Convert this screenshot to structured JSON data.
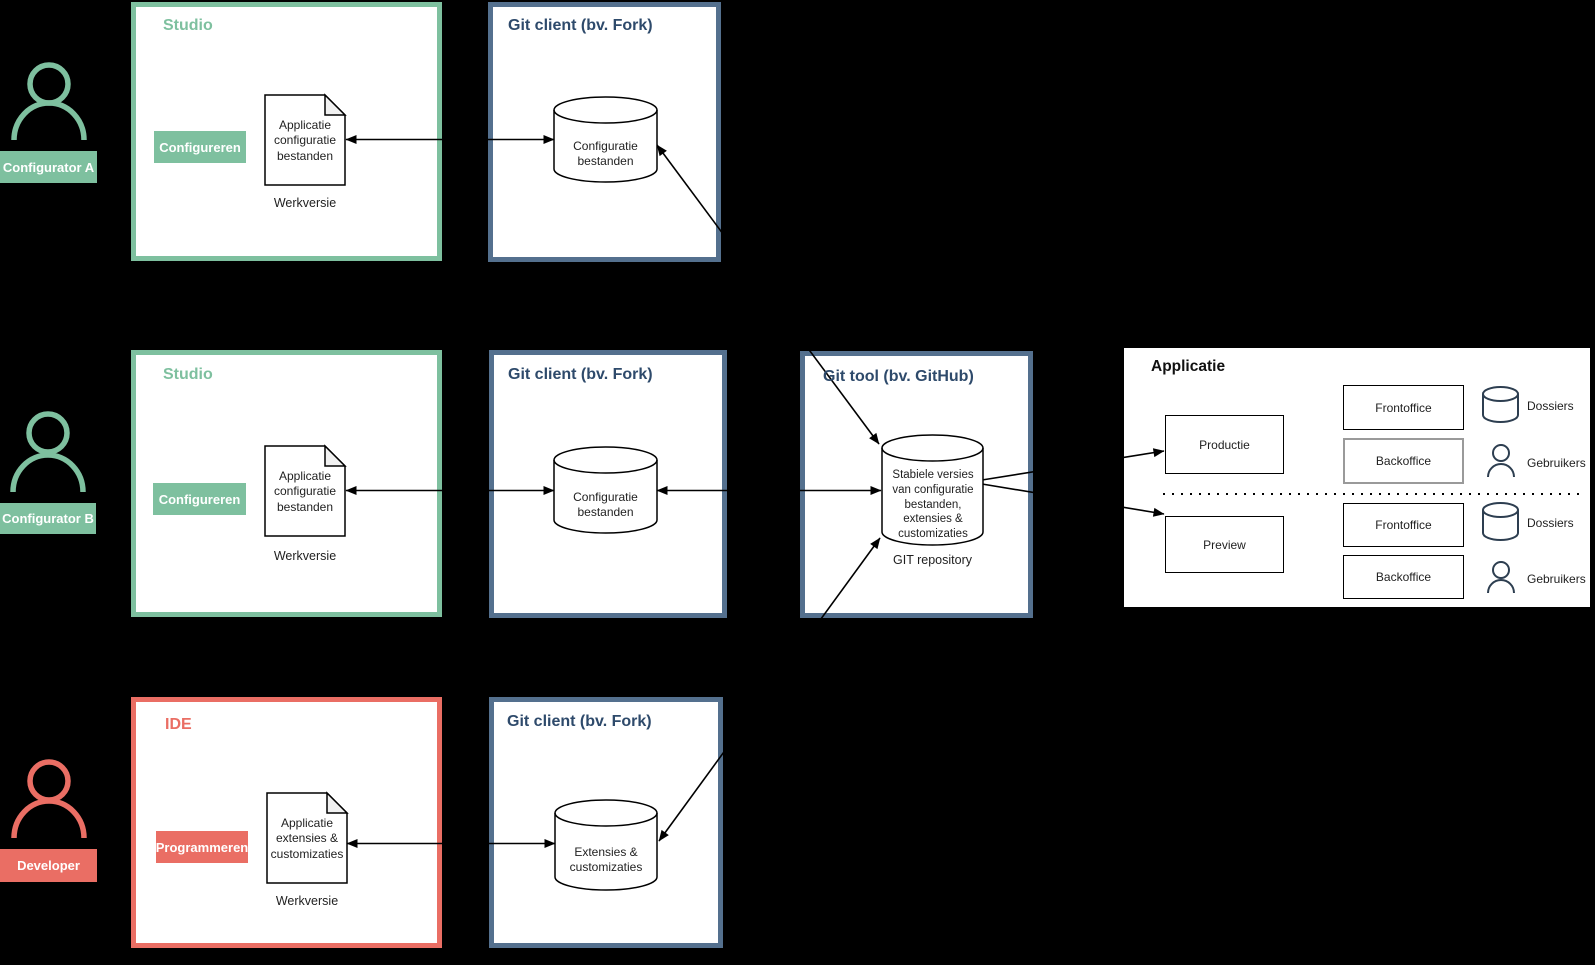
{
  "palette": {
    "green": "#7EC09F",
    "red": "#EA6E64",
    "steel_border": "#54708E",
    "navy_text": "#2E4A6B",
    "icon_dark": "#2D3E50",
    "background": "#000000"
  },
  "actors": {
    "configurator_a": "Configurator A",
    "configurator_b": "Configurator B",
    "developer": "Developer"
  },
  "studio_a": {
    "title": "Studio",
    "button": "Configureren",
    "doc": "Applicatie configuratie bestanden",
    "caption": "Werkversie"
  },
  "git_client_a": {
    "title": "Git client (bv. Fork)",
    "db": "Configuratie bestanden"
  },
  "studio_b": {
    "title": "Studio",
    "button": "Configureren",
    "doc": "Applicatie configuratie bestanden",
    "caption": "Werkversie"
  },
  "git_client_b": {
    "title": "Git client (bv. Fork)",
    "db": "Configuratie bestanden"
  },
  "git_tool": {
    "title": "Git tool (bv. GitHub)",
    "db": "Stabiele versies van configuratie bestanden, extensies & customizaties",
    "caption": "GIT repository"
  },
  "applicatie": {
    "title": "Applicatie",
    "productie": "Productie",
    "preview": "Preview",
    "frontoffice_top": "Frontoffice",
    "backoffice_top": "Backoffice",
    "frontoffice_bottom": "Frontoffice",
    "backoffice_bottom": "Backoffice",
    "dossiers_top": "Dossiers",
    "gebruikers_top": "Gebruikers",
    "dossiers_bottom": "Dossiers",
    "gebruikers_bottom": "Gebruikers"
  },
  "ide": {
    "title": "IDE",
    "button": "Programmeren",
    "doc": "Applicatie extensies & customizaties",
    "caption": "Werkversie"
  },
  "git_client_c": {
    "title": "Git client (bv. Fork)",
    "db": "Extensies & customizaties"
  }
}
